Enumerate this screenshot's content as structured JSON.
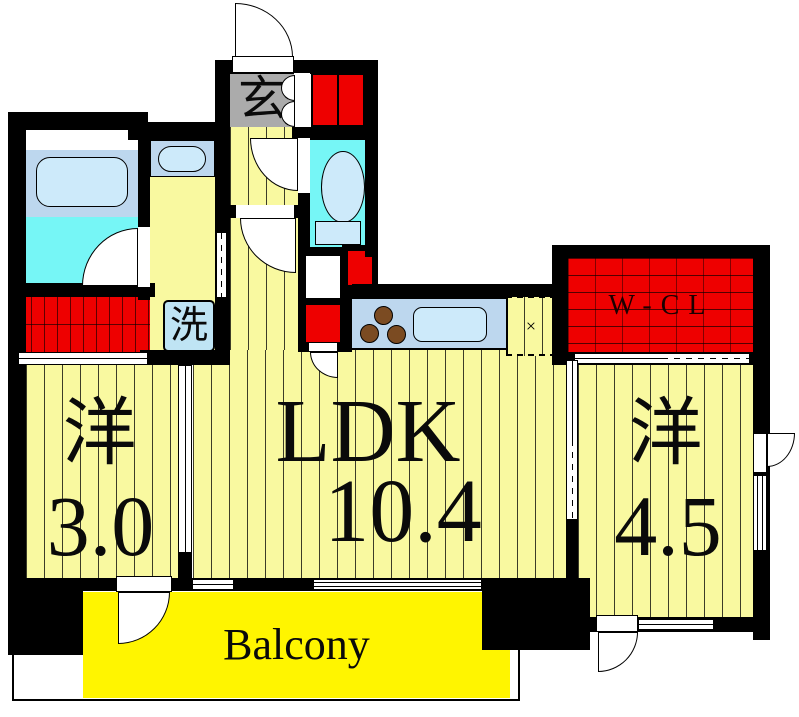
{
  "title": "apartment-floor-plan",
  "colors": {
    "wall": "#000000",
    "floor_yellow": "#F9F9A0",
    "balcony_yellow": "#FFF500",
    "closet_red": "#EE0000",
    "wet_area_cyan": "#76F6F6",
    "fixture_blue": "#BDD7EE",
    "fixture_pale_blue": "#CDEAFA",
    "genkan_gray": "#ABABAB",
    "stove_brown": "#7B4B22"
  },
  "rooms": {
    "ldk": {
      "label": "LDK",
      "size": "10.4"
    },
    "western_left": {
      "label": "洋",
      "size": "3.0"
    },
    "western_right": {
      "label": "洋",
      "size": "4.5"
    },
    "walk_in_closet": {
      "label": "W-CL"
    },
    "entrance": {
      "label": "玄"
    },
    "laundry": {
      "label": "洗"
    },
    "balcony": {
      "label": "Balcony"
    }
  },
  "symbols": {
    "refrigerator_mark": "×"
  }
}
